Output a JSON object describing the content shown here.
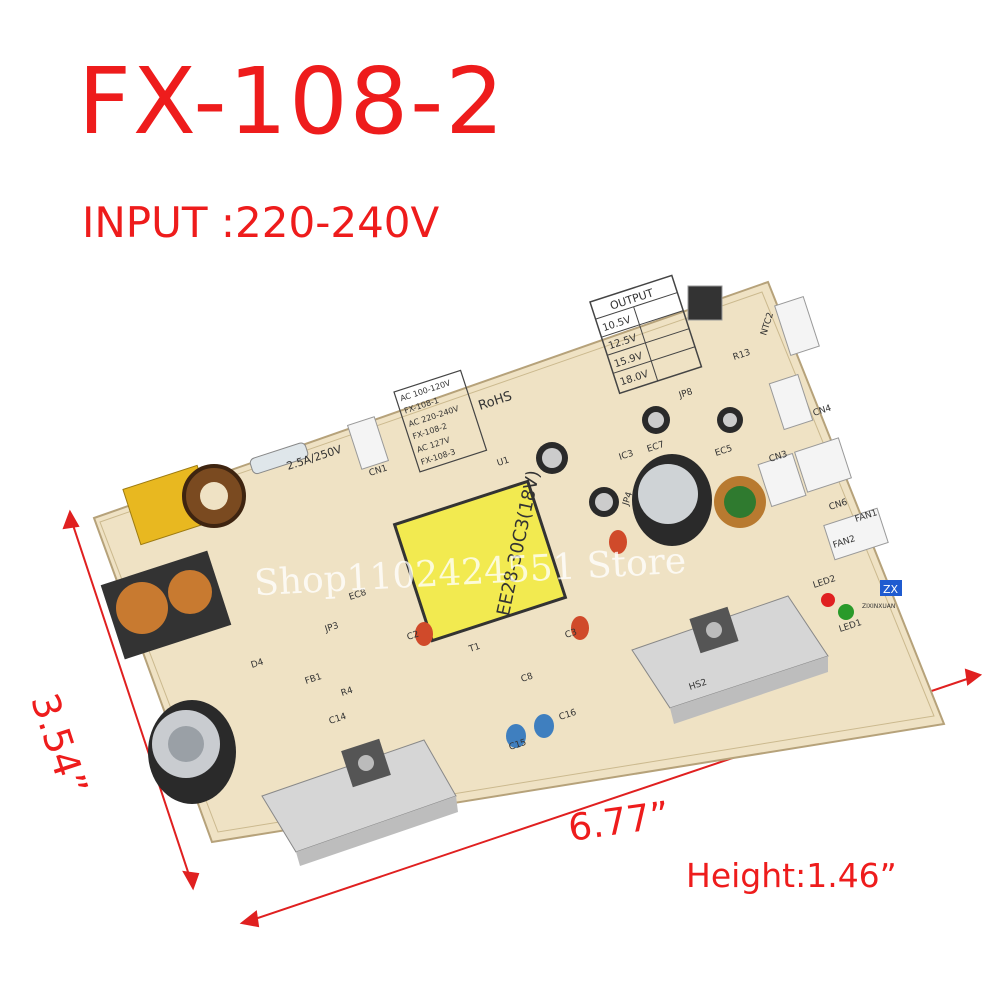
{
  "title": "FX-108-2",
  "input_label": "INPUT :220-240V",
  "dimensions": {
    "width": "6.77”",
    "depth": "3.54”",
    "height": "Height:1.46”"
  },
  "watermark": "Shop1102424551 Store",
  "brand_badge": "ZX",
  "brand_name": "ZIXINXUAN",
  "pcb": {
    "output_table": {
      "header": "OUTPUT",
      "rows": [
        "10.5V",
        "12.5V",
        "15.9V",
        "18.0V"
      ]
    },
    "model_table": [
      "AC 100-120V",
      "FX-108-1",
      "AC 220-240V",
      "FX-108-2",
      "AC 127V",
      "FX-108-3"
    ],
    "fuse_label": "2.5A/250V",
    "rohs": "RoHS",
    "transformer_label": "EE28-30C3(18V)",
    "labels": [
      "CN1",
      "JP3",
      "JP4",
      "JP8",
      "HS2",
      "FAN1",
      "FAN2",
      "LED1",
      "LED2",
      "C15",
      "C16",
      "CN3",
      "CN4",
      "CN6",
      "R13",
      "NTC2",
      "IC3",
      "EC7",
      "EC5",
      "U1",
      "T1",
      "C8",
      "EC8",
      "FB1",
      "R4",
      "C14",
      "D4",
      "C2",
      "C3"
    ]
  },
  "colors": {
    "accent": "#ee1c1c",
    "board": "#efe2c4",
    "heatsink": "#d8d8d8"
  }
}
